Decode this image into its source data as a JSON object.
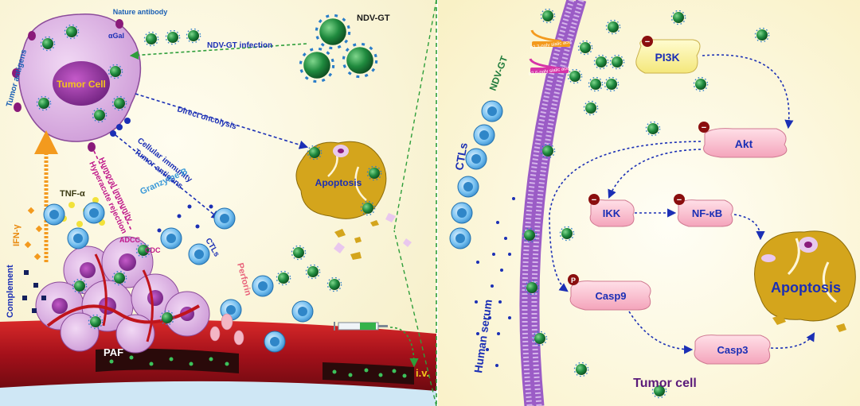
{
  "left_panel": {
    "tumor_cell": "Tumor Cell",
    "tumor_antigens": "Tumor antigens",
    "natural_antibody": "Nature antibody",
    "alpha_gal": "αGal",
    "ndv_gt": "NDV-GT",
    "ndv_infection": "NDV-GT infection",
    "direct_oncolysis": "Direct oncolysis",
    "cellular_immunity": "Cellular immunity",
    "tumor_antigens_2": "Tumor antigens",
    "humoral_immunity": "Humoral immunity",
    "hyperacute_rejection": "Hyperacute rejection",
    "apoptosis": "Apoptosis",
    "tnf": "TNF-α",
    "ifn": "IFN-γ",
    "granzyme": "Granzyme B",
    "adcc": "ADCC",
    "cdc": "CDC",
    "ctls": "CTLs",
    "perforin": "Perforin",
    "complement": "Complement",
    "paf": "PAF",
    "iv": "i.v."
  },
  "right_panel": {
    "ndv_gt": "NDV-GT",
    "receptor_top": "α2,3-poly sialic acid",
    "receptor_bottom": "α2,6-poly sialic acid",
    "ctls": "CTLs",
    "human_serum": "Human serum",
    "pi3k": "PI3K",
    "akt": "Akt",
    "ikk": "IKK",
    "nfkb": "NF-κB",
    "casp9": "Casp9",
    "casp3": "Casp3",
    "apoptosis": "Apoptosis",
    "tumor_cell": "Tumor cell",
    "minus": "−",
    "phospho": "P"
  },
  "colors": {
    "background": "#fdf8e1",
    "tumor_cell": "#e0b8e6",
    "virus": "#1e7a3a",
    "apoptotic_fragments": "#d4a51c",
    "vessel": "#b3151a",
    "membrane": "#9b5cc6",
    "ctl": "#3c9ad8",
    "arrow_green": "#2e9e3a",
    "arrow_blue": "#1b2fb5"
  }
}
